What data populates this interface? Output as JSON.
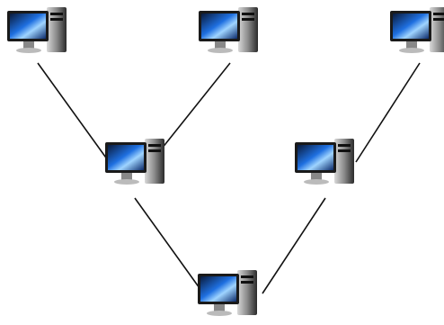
{
  "diagram": {
    "type": "tree-network",
    "nodes": [
      {
        "id": "top-left",
        "icon": "desktop-computer-icon"
      },
      {
        "id": "top-middle",
        "icon": "desktop-computer-icon"
      },
      {
        "id": "top-right",
        "icon": "desktop-computer-icon"
      },
      {
        "id": "mid-left",
        "icon": "desktop-computer-icon"
      },
      {
        "id": "mid-right",
        "icon": "desktop-computer-icon"
      },
      {
        "id": "bottom",
        "icon": "desktop-computer-icon"
      }
    ],
    "edges": [
      {
        "from": "top-left",
        "to": "mid-left"
      },
      {
        "from": "top-middle",
        "to": "mid-left"
      },
      {
        "from": "top-right",
        "to": "mid-right"
      },
      {
        "from": "mid-left",
        "to": "bottom"
      },
      {
        "from": "mid-right",
        "to": "bottom"
      }
    ]
  },
  "colors": {
    "background": "#ffffff",
    "link": "#111111",
    "screen_dark": "#0a1a3a",
    "screen_blue": "#1e6fe0",
    "screen_light": "#9fd4ff",
    "bezel": "#1a1a1a",
    "tower_dark": "#2a2a2a",
    "tower_light": "#d9d9d9"
  }
}
